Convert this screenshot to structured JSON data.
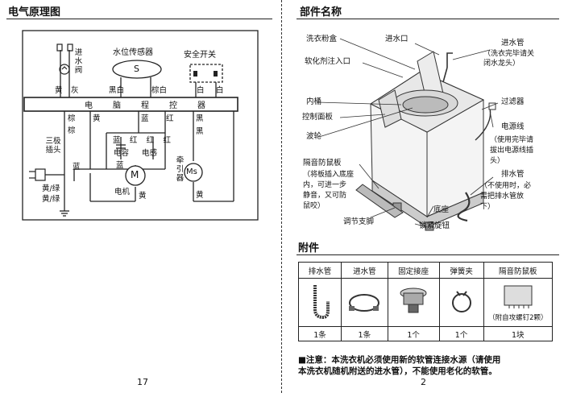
{
  "left": {
    "title": "电气原理图",
    "page_number": "17",
    "valve": {
      "chars": [
        "进",
        "水",
        "阀"
      ],
      "wire_labels": [
        "黄",
        "灰"
      ]
    },
    "water_sensor": {
      "title": "水位传感器",
      "symbol": "S",
      "wire_labels": [
        "黑白",
        "棕白"
      ]
    },
    "safety_switch": {
      "title": "安全开关",
      "wire_labels": [
        "白",
        "白"
      ]
    },
    "controller": {
      "chars": [
        "电",
        "脑",
        "程",
        "控",
        "器"
      ]
    },
    "wire_labels_row2": {
      "brown1": "棕",
      "brown2": "棕",
      "yellow": "黄",
      "blue": "蓝",
      "red": "红",
      "black": "黑"
    },
    "plug": {
      "chars": [
        "三",
        "极",
        "插",
        "头"
      ],
      "label_blue": "蓝",
      "label_gy1": "黄/绿",
      "label_gy2": "黄/绿"
    },
    "capacitor": {
      "top_labels": [
        "蓝",
        "红",
        "红",
        "红"
      ],
      "label_cap": "电容",
      "label_power": "电感"
    },
    "motor": {
      "symbol": "M",
      "label": "电机",
      "wire_yellow": "黄",
      "label_blue": "蓝"
    },
    "traction": {
      "symbol": "Ms",
      "chars": [
        "牵",
        "引",
        "器"
      ],
      "wire_black": "黑",
      "wire_yellow": "黄"
    }
  },
  "right": {
    "parts_title": "部件名称",
    "page_number": "2",
    "labels": {
      "detergent_box": "洗衣粉盒",
      "water_inlet": "进水口",
      "softener": "软化剂注入口",
      "inner_tub": "内桶",
      "control_panel": "控制面板",
      "pulsator": "波轮",
      "rat_board": "隔音防鼠板",
      "rat_board_note": [
        "（将板插入底座",
        "内，可进一步",
        "静音，又可防",
        "鼠咬）"
      ],
      "inlet_pipe": "进水管",
      "inlet_pipe_note": [
        "（洗衣完毕请关",
        "闭水龙头）"
      ],
      "filter": "过滤器",
      "power_cord": "电源线",
      "power_cord_note": [
        "（使用完毕请",
        "拔出电源线插",
        "头）"
      ],
      "drain_pipe": "排水管",
      "drain_pipe_note": [
        "（不使用时，必",
        "需把排水管放",
        "下）"
      ],
      "base": "底座",
      "adjust_foot": "调节支脚",
      "lock_button": "锁紧旋钮"
    },
    "accessories": {
      "title": "附件",
      "headers": [
        "排水管",
        "进水管",
        "固定接座",
        "弹簧夹",
        "隔音防鼠板"
      ],
      "note_board": "（附自攻螺钉2颗）",
      "counts": [
        "1条",
        "1条",
        "1个",
        "1个",
        "1块"
      ]
    },
    "note": {
      "prefix": "■注意：",
      "line1": "本洗衣机必须使用新的软管连接水源（请使用",
      "line2": "本洗衣机随机附送的进水管），不能使用老化的软管。"
    }
  }
}
